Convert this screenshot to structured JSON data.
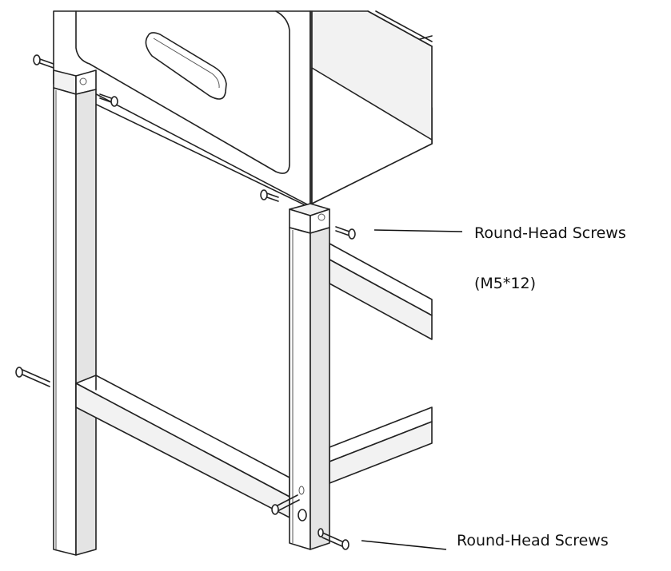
{
  "callouts": {
    "upper": {
      "label": "Round-Head Screws",
      "spec": "(M5*12)"
    },
    "lower": {
      "label": "Round-Head Screws"
    }
  },
  "colors": {
    "line": "#222222",
    "background": "#ffffff"
  }
}
